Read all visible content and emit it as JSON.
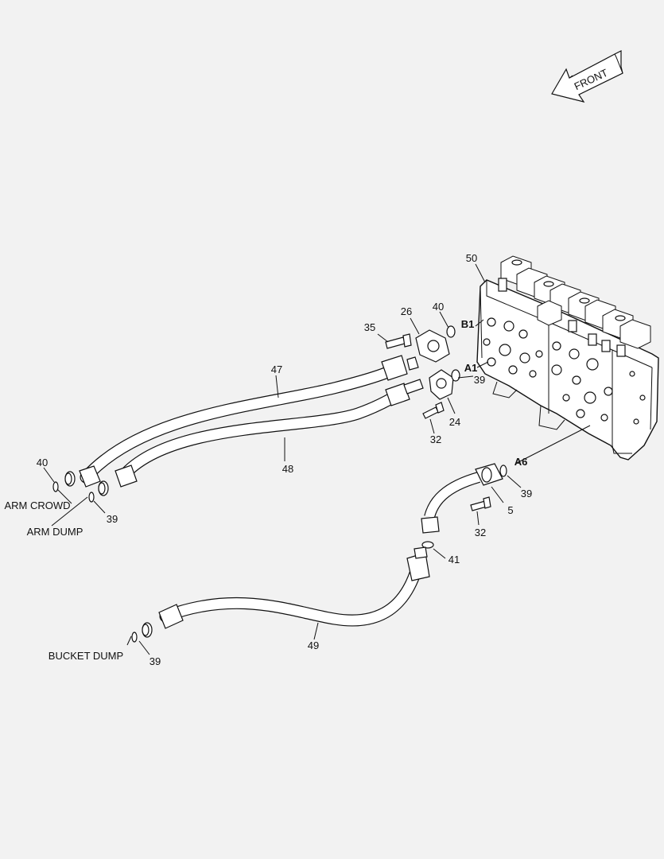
{
  "labels": {
    "front": "FRONT",
    "arm_crowd": "ARM CROWD",
    "arm_dump": "ARM DUMP",
    "bucket_dump": "BUCKET DUMP",
    "port_b1": "B1",
    "port_a1": "A1",
    "port_a6": "A6"
  },
  "callouts": {
    "c50": "50",
    "c26": "26",
    "c40a": "40",
    "c35": "35",
    "c47": "47",
    "c39a": "39",
    "c24": "24",
    "c32a": "32",
    "c48": "48",
    "c40b": "40",
    "c39b": "39",
    "c39c": "39",
    "c5": "5",
    "c32b": "32",
    "c41": "41",
    "c49": "49",
    "c39d": "39"
  }
}
